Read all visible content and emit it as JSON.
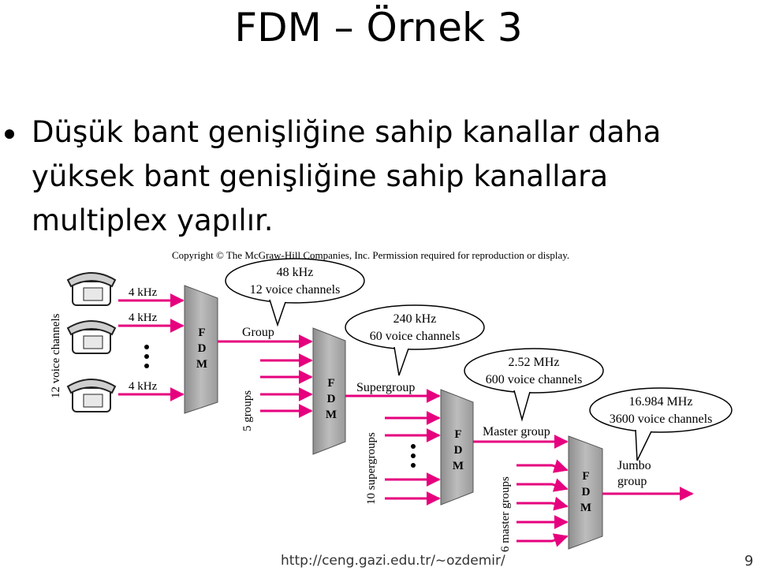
{
  "slide": {
    "title": "FDM – Örnek 3",
    "bullet": "Düşük bant genişliğine sahip kanallar daha yüksek bant genişliğine sahip kanallara multiplex yapılır.",
    "footer_url": "http://ceng.gazi.edu.tr/~ozdemir/",
    "page_number": "9"
  },
  "diagram": {
    "copyright": "Copyright © The McGraw-Hill Companies, Inc. Permission required for reproduction or display.",
    "fdm_letters": [
      "F",
      "D",
      "M"
    ],
    "input_label_4khz": "4 kHz",
    "voice_channels_label": "12 voice channels",
    "group_label": "Group",
    "five_groups_label": "5 groups",
    "supergroup_label": "Supergroup",
    "ten_supergroups_label": "10 supergroups",
    "master_group_label": "Master group",
    "six_master_groups_label": "6 master groups",
    "jumbo_line1": "Jumbo",
    "jumbo_line2": "group",
    "bubbles": [
      {
        "line1": "48 kHz",
        "line2": "12 voice channels"
      },
      {
        "line1": "240 kHz",
        "line2": "60 voice channels"
      },
      {
        "line1": "2.52 MHz",
        "line2": "600 voice channels"
      },
      {
        "line1": "16.984 MHz",
        "line2": "3600 voice channels"
      }
    ],
    "arrow_color": "#e6007e"
  }
}
